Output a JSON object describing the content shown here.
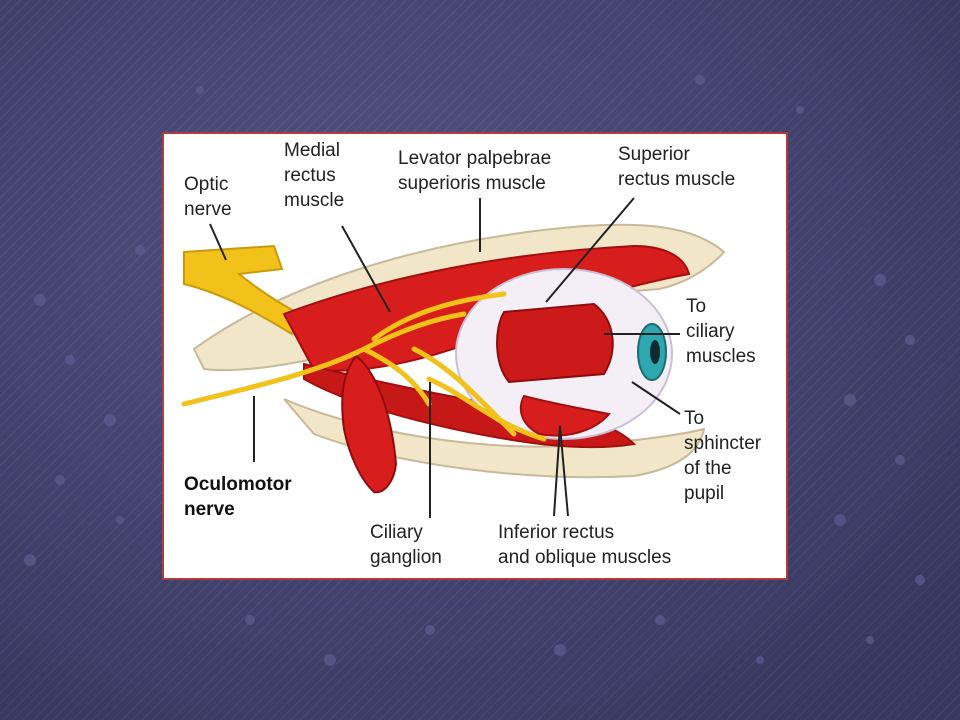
{
  "diagram": {
    "labels": {
      "optic_nerve": "Optic\nnerve",
      "medial_rectus": "Medial\nrectus\nmuscle",
      "levator": "Levator palpebrae\nsuperioris muscle",
      "superior_rectus": "Superior\nrectus muscle",
      "ciliary_muscles": "To\nciliary\nmuscles",
      "sphincter": "To\nsphincter\nof the\npupil",
      "oculomotor_nerve": "Oculomotor\nnerve",
      "ciliary_ganglion": "Ciliary\nganglion",
      "inferior_oblique": "Inferior rectus\nand oblique muscles"
    },
    "colors": {
      "muscle": "#d81d1d",
      "muscle_dark": "#a30f0f",
      "nerve": "#f2c21a",
      "bone": "#f1e6c8",
      "eye_white": "#f4eef6",
      "iris": "#2fa7b0"
    }
  }
}
